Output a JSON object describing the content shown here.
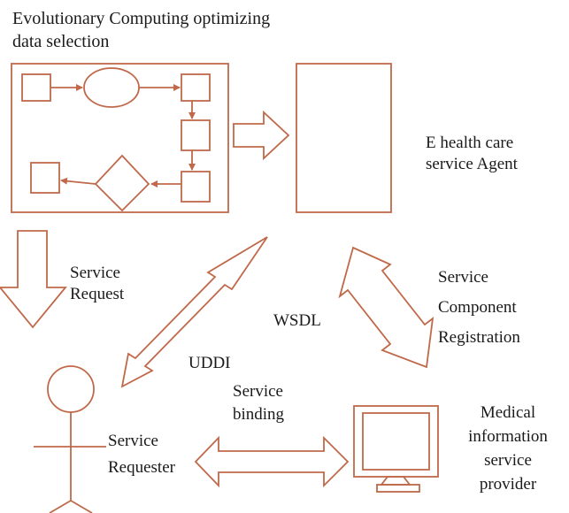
{
  "diagram": {
    "title_line1": "Evolutionary Computing optimizing",
    "title_line2": "data selection",
    "agent_line1": "E health care",
    "agent_line2": "service Agent",
    "service_request_line1": "Service",
    "service_request_line2": "Request",
    "wsdl": "WSDL",
    "uddi": "UDDI",
    "registration_line1": "Service",
    "registration_line2": "Component",
    "registration_line3": "Registration",
    "binding_line1": "Service",
    "binding_line2": "binding",
    "requester_line1": "Service",
    "requester_line2": "Requester",
    "provider_line1": "Medical",
    "provider_line2": "information",
    "provider_line3": "service",
    "provider_line4": "provider",
    "colors": {
      "stroke": "#c0694a",
      "text": "#1a1a1a",
      "background": "#ffffff"
    }
  }
}
